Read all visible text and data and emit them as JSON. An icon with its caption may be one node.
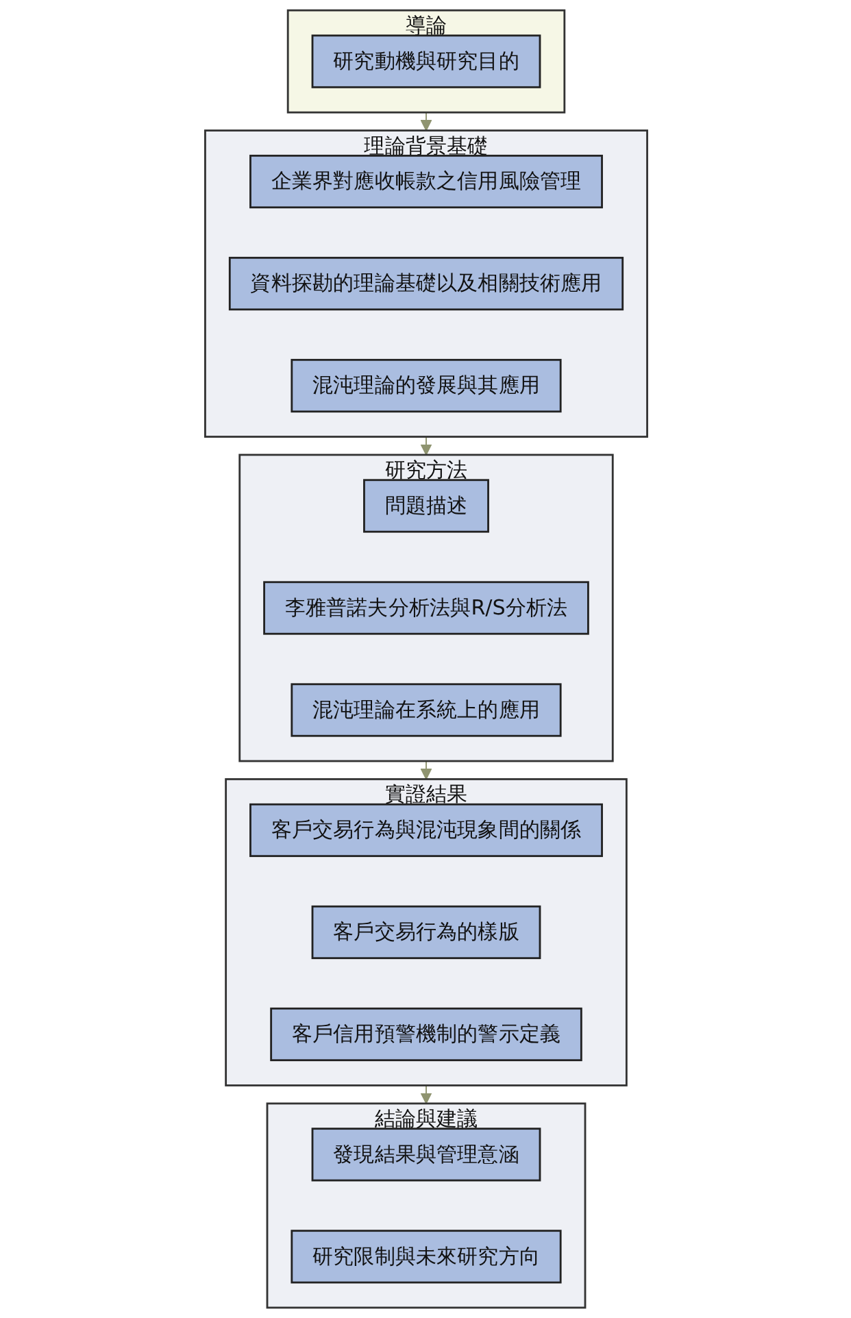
{
  "diagram": {
    "nodes": [
      {
        "text": [
          "導論"
        ]
      },
      {
        "text": [
          "研究動機與研究目的"
        ],
        "in": 0
      },
      {
        "text": [
          "理論背景基礎"
        ]
      },
      {
        "text": [
          "企業界對應收帳款之信用風險管理"
        ],
        "in": 2
      },
      {
        "text": [
          "資料探勘的理論基礎以及相關技術應用"
        ],
        "in": 2
      },
      {
        "text": [
          "混沌理論的發展與其應用"
        ],
        "in": 2
      },
      {
        "text": [
          "研究方法"
        ]
      },
      {
        "text": [
          "問題描述"
        ],
        "in": 6
      },
      {
        "text": [
          "李雅普諾夫分析法與R/S分析法"
        ],
        "in": 6
      },
      {
        "text": [
          "混沌理論在系統上的應用"
        ],
        "in": 6
      },
      {
        "text": [
          "實證結果"
        ]
      },
      {
        "text": [
          "客戶交易行為與混沌現象間的關係"
        ],
        "in": 10
      },
      {
        "text": [
          "客戶交易行為的樣版"
        ],
        "in": 10
      },
      {
        "text": [
          "客戶信用預警機制的警示定義"
        ],
        "in": 10
      },
      {
        "text": [
          "結論與建議"
        ]
      },
      {
        "text": [
          "發現結果與管理意涵"
        ],
        "in": 14
      },
      {
        "text": [
          "研究限制與未來研究方向"
        ],
        "in": 14
      }
    ],
    "edges": [
      {
        "from": 0,
        "to": 2,
        "arrow": "to"
      },
      {
        "from": 2,
        "to": 6,
        "arrow": "to"
      },
      {
        "from": 6,
        "to": 10,
        "arrow": "to"
      },
      {
        "from": 10,
        "to": 14,
        "arrow": "to"
      }
    ]
  }
}
